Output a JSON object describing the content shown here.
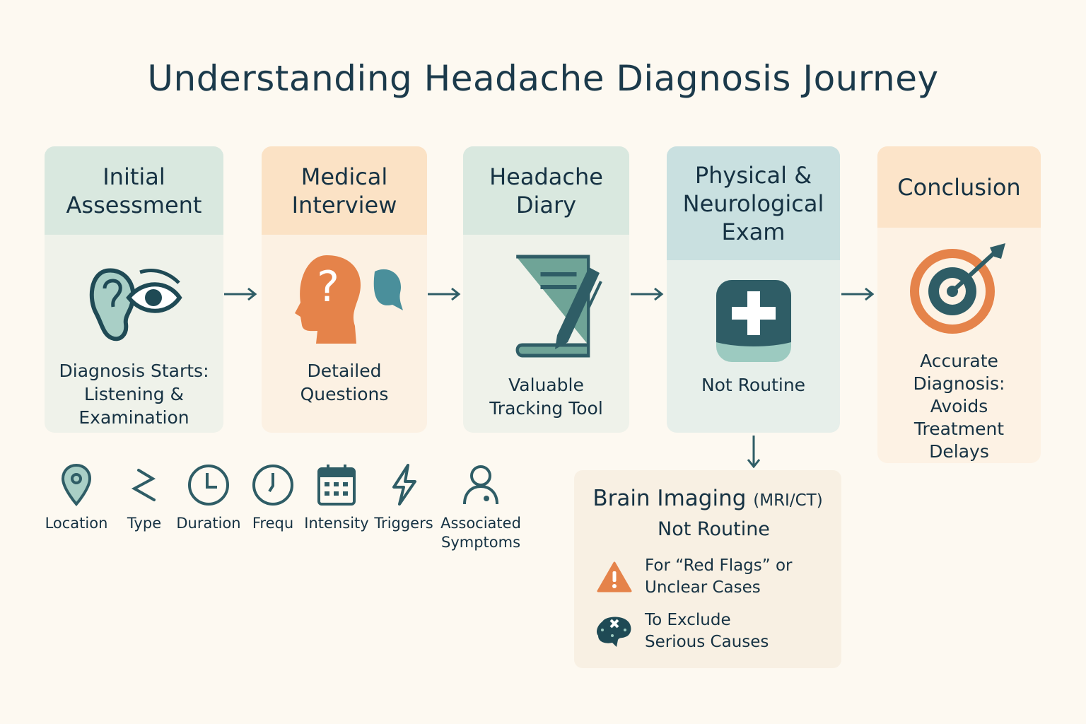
{
  "title": "Understanding Headache Diagnosis Journey",
  "steps": [
    {
      "title": "Initial Assessment",
      "icon": "ear-eye-icon",
      "text": "Diagnosis Starts: Listening & Examination"
    },
    {
      "title": "Medical Interview",
      "icon": "head-question-icon",
      "text": "Detailed Questions"
    },
    {
      "title": "Headache Diary",
      "icon": "diary-pen-icon",
      "text": "Valuable Tracking Tool"
    },
    {
      "title": "Physical & Neurological Exam",
      "icon": "medical-cross-icon",
      "text": "Not Routine"
    },
    {
      "title": "Conclusion",
      "icon": "target-icon",
      "text": "Accurate Diagnosis: Avoids Treatment Delays"
    }
  ],
  "diary_features": [
    {
      "label": "Location",
      "icon": "location-pin-icon"
    },
    {
      "label": "Type",
      "icon": "zigzag-icon"
    },
    {
      "label": "Duration",
      "icon": "clock-icon"
    },
    {
      "label": "Frequ",
      "icon": "clock-icon"
    },
    {
      "label": "Intensity",
      "icon": "calendar-icon"
    },
    {
      "label": "Triggers",
      "icon": "lightning-icon"
    },
    {
      "label": "Associated Symptoms",
      "icon": "person-icon"
    }
  ],
  "imaging": {
    "title": "Brain Imaging",
    "title_note": "(MRI/CT)",
    "subtitle": "Not Routine",
    "items": [
      {
        "icon": "warning-icon",
        "text": "For “Red Flags” or Unclear Cases"
      },
      {
        "icon": "brain-x-icon",
        "text": "To Exclude Serious Causes"
      }
    ]
  },
  "colors": {
    "teal": "#2f5d66",
    "orange": "#e5834a",
    "mint": "#d9e8e0",
    "peach": "#fbe3c7"
  }
}
